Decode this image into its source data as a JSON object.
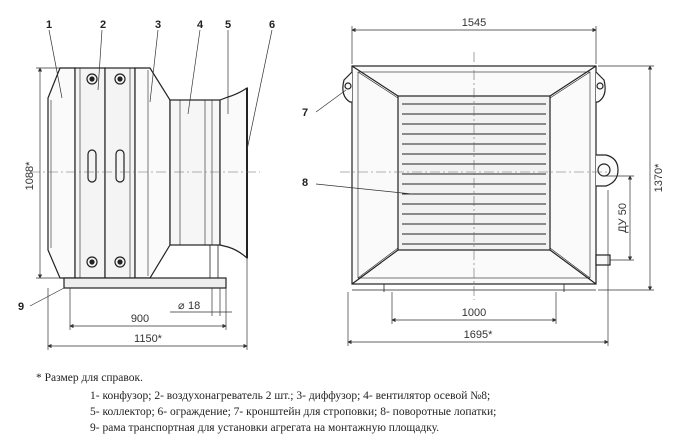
{
  "callouts": {
    "c1": "1",
    "c2": "2",
    "c3": "3",
    "c4": "4",
    "c5": "5",
    "c6": "6",
    "c7": "7",
    "c8": "8",
    "c9": "9"
  },
  "dimensions": {
    "height_left": "1088*",
    "length_900": "900",
    "hole_18": "18",
    "length_1150": "1150*",
    "width_1545": "1545",
    "width_1000": "1000",
    "width_1695": "1695*",
    "height_1370": "1370*",
    "pipe_du50": "ДУ 50"
  },
  "legend": {
    "note": "* Размер для справок.",
    "line1": "1- конфузор; 2- воздухонагреватель 2 шт.; 3- диффузор; 4- вентилятор осевой №8;",
    "line2": "5- коллектор; 6- ограждение; 7- кронштейн для строповки; 8- поворотные лопатки;",
    "line3": "9- рама транспортная для установки агрегата на монтажную площадку."
  }
}
